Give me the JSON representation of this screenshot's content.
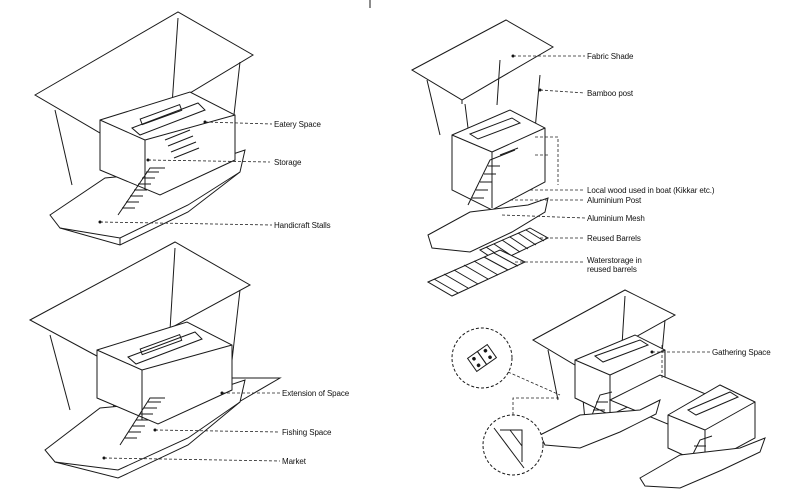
{
  "labels": {
    "eatery_space": "Eatery Space",
    "storage": "Storage",
    "handicraft_stalls": "Handicraft Stalls",
    "extension_of_space": "Extension of Space",
    "fishing_space": "Fishing Space",
    "market": "Market",
    "fabric_shade": "Fabric Shade",
    "bamboo_post": "Bamboo post",
    "local_wood": "Local wood used in boat (Kikkar etc.)",
    "aluminium_post": "Aluminium Post",
    "aluminium_mesh": "Aluminium Mesh",
    "reused_barrels": "Reused Barrels",
    "waterstorage_line1": "Waterstorage in",
    "waterstorage_line2": "reused barrels",
    "gathering_space": "Gathering Space"
  }
}
